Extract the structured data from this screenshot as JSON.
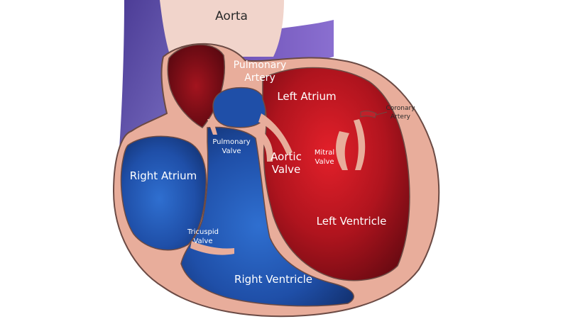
{
  "labels": {
    "aorta": "Aorta",
    "pulmonary_artery_line1": "Pulmonary",
    "pulmonary_artery_line2": "Artery",
    "left_atrium": "Left Atrium",
    "coronary_artery_line1": "Coronary",
    "coronary_artery_line2": "Artery",
    "pulmonary_valve_line1": "Pulmonary",
    "pulmonary_valve_line2": "Valve",
    "aortic_valve_line1": "Aortic",
    "aortic_valve_line2": "Valve",
    "mitral_valve_line1": "Mitral",
    "mitral_valve_line2": "Valve",
    "right_atrium": "Right Atrium",
    "left_ventricle": "Left Ventricle",
    "tricuspid_valve_line1": "Tricuspid",
    "tricuspid_valve_line2": "Valve",
    "right_ventricle": "Right Ventricle"
  },
  "colors": {
    "tissue": "#e8ad9b",
    "tissue_outline": "#6b4a44",
    "vena_cava": "#5b4aa8",
    "deoxygenated": "#1f4fa8",
    "oxygenated": "#b0141e",
    "dark_red": "#6b0a12",
    "aorta_pink": "#f1d4cb"
  }
}
